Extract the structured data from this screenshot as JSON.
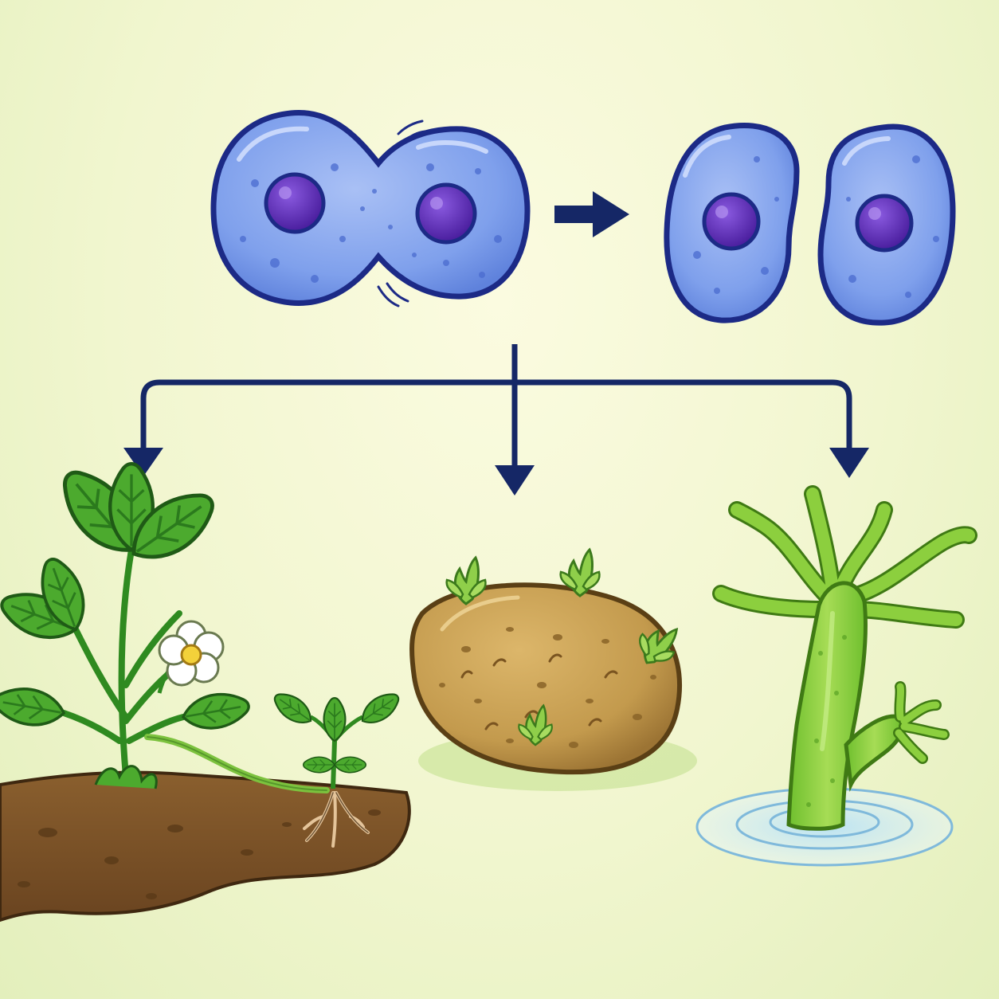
{
  "diagram": {
    "type": "asexual-reproduction-illustration",
    "stages": [
      {
        "id": "dividing-cell",
        "icon": "dividing-cell-icon"
      },
      {
        "id": "daughter-cells",
        "icon": "daughter-cells-icon"
      }
    ],
    "branches": [
      {
        "id": "strawberry-runner",
        "icon": "strawberry-plant-icon"
      },
      {
        "id": "potato-tuber",
        "icon": "sprouting-potato-icon"
      },
      {
        "id": "hydra-budding",
        "icon": "hydra-icon"
      }
    ],
    "colors": {
      "cell_fill": "#7fa0ec",
      "cell_outline": "#1c2a86",
      "nucleus": "#5a2bb8",
      "arrow": "#152766",
      "leaf": "#4caa2e",
      "soil": "#7a5428",
      "potato": "#c39a4d",
      "hydra": "#8ccf3e",
      "water": "#9fd3ec"
    }
  }
}
